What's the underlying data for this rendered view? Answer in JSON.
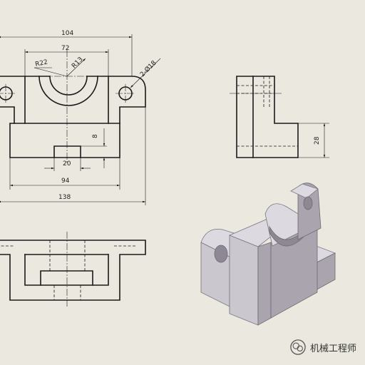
{
  "dimensions": {
    "overall_width": "104",
    "bore_spacing": "72",
    "radius_outer": "R22",
    "radius_inner": "R13",
    "holes": "2-Ø18",
    "slot_depth": "8",
    "slot_width": "20",
    "base_inner": "94",
    "base_overall": "138",
    "side_height": "28"
  },
  "watermark": {
    "text": "机械工程师"
  }
}
